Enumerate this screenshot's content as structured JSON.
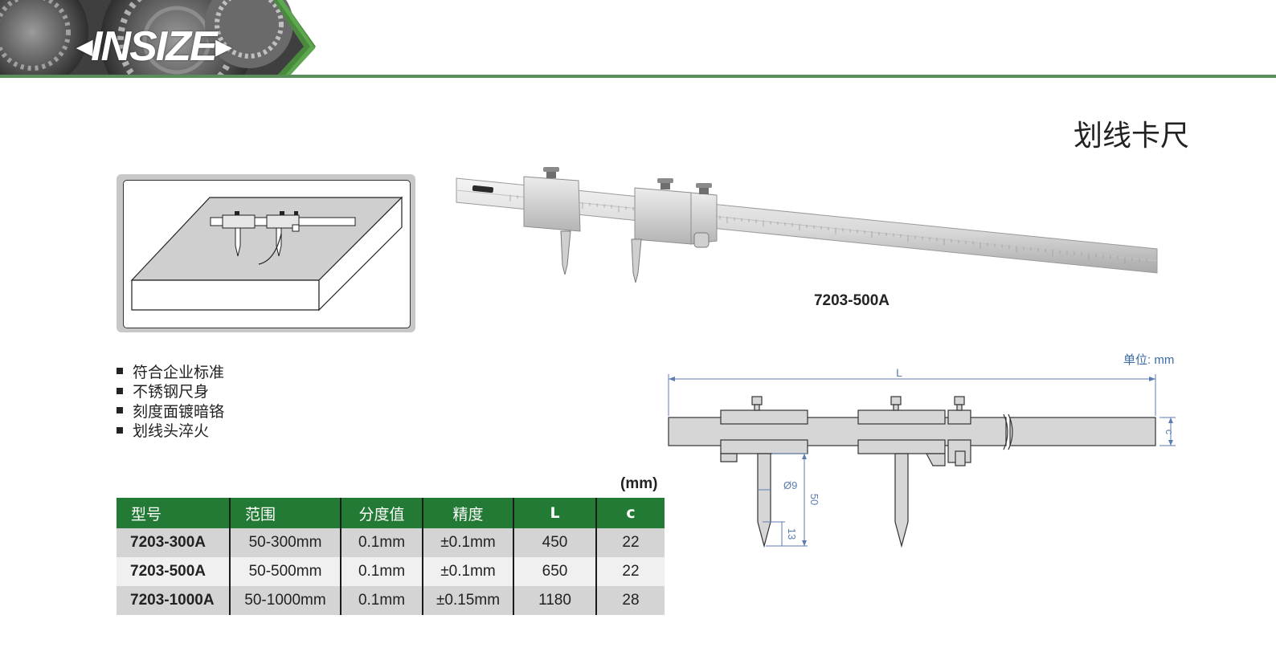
{
  "header": {
    "brand": "INSIZE",
    "colors": {
      "accent_green": "#5a8f5a",
      "table_header_green": "#237a35"
    }
  },
  "page_title": "划线卡尺",
  "photo": {
    "caption": "7203-500A"
  },
  "features": [
    "符合企业标准",
    "不锈钢尺身",
    "刻度面镀暗铬",
    "划线头淬火"
  ],
  "table": {
    "unit": "(mm)",
    "headers": [
      "型号",
      "范围",
      "分度值",
      "精度",
      "L",
      "c"
    ],
    "rows": [
      [
        "7203-300A",
        "50-300mm",
        "0.1mm",
        "±0.1mm",
        "450",
        "22"
      ],
      [
        "7203-500A",
        "50-500mm",
        "0.1mm",
        "±0.1mm",
        "650",
        "22"
      ],
      [
        "7203-1000A",
        "50-1000mm",
        "0.1mm",
        "±0.15mm",
        "1180",
        "28"
      ]
    ]
  },
  "drawing": {
    "unit": "单位: mm",
    "labels": {
      "length": "L",
      "height": "c",
      "diameter": "Ø9",
      "depth": "50",
      "tip": "13"
    }
  }
}
